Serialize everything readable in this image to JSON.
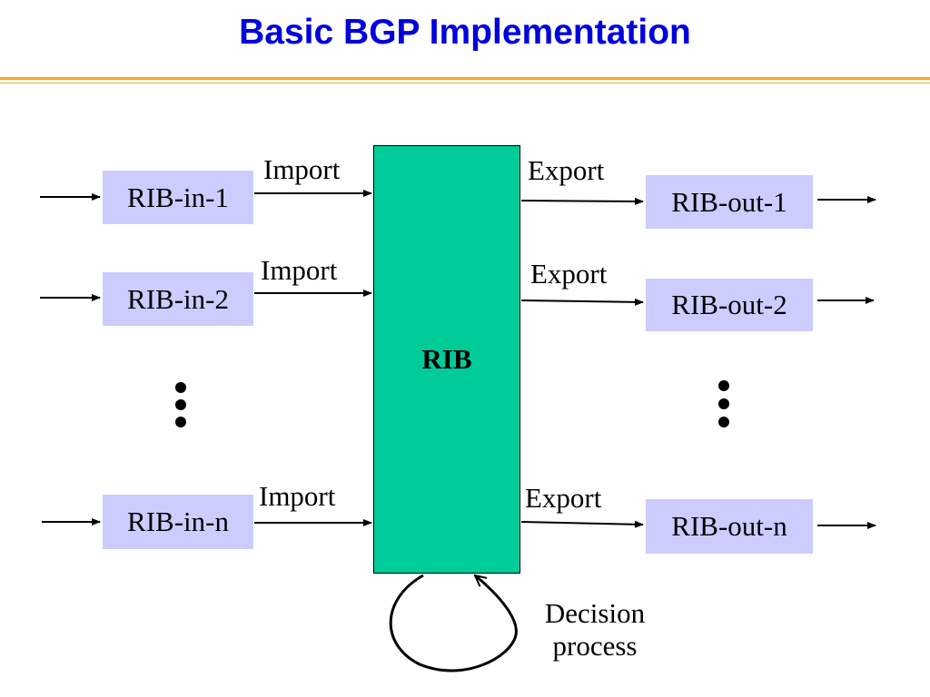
{
  "title": "Basic BGP Implementation",
  "rib": {
    "label": "RIB"
  },
  "rib_in": [
    "RIB-in-1",
    "RIB-in-2",
    "RIB-in-n"
  ],
  "rib_out": [
    "RIB-out-1",
    "RIB-out-2",
    "RIB-out-n"
  ],
  "import_labels": [
    "Import",
    "Import",
    "Import"
  ],
  "export_labels": [
    "Export",
    "Export",
    "Export"
  ],
  "decision": {
    "line1": "Decision",
    "line2": "process"
  },
  "colors": {
    "title": "#0000dd",
    "rule": "#f4a81d",
    "rib_box": "#00cc99",
    "table_box": "#ccccff"
  }
}
